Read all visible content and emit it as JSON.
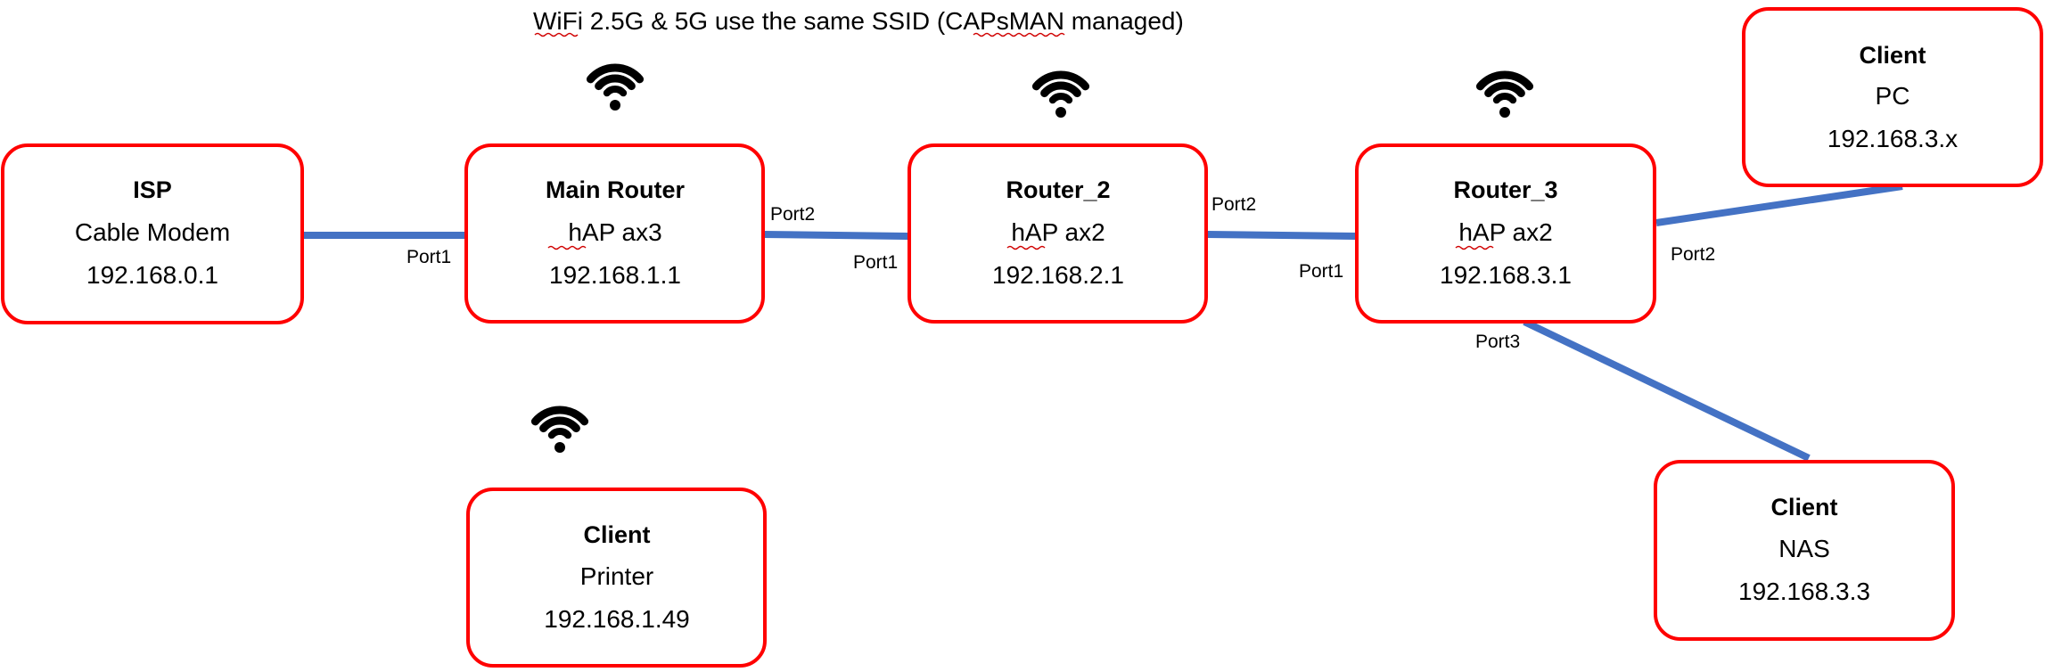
{
  "caption": "WiFi 2.5G & 5G use the same SSID (CAPsMAN managed)",
  "colors": {
    "box_border": "#ff0000",
    "link": "#4472c4",
    "text": "#000000",
    "wifi": "#000000"
  },
  "nodes": [
    {
      "id": "isp",
      "title": "ISP",
      "line1": "Cable Modem",
      "line2": "192.168.0.1",
      "wifi": false
    },
    {
      "id": "main-router",
      "title": "Main Router",
      "line1": "hAP ax3",
      "line2": "192.168.1.1",
      "wifi": true
    },
    {
      "id": "router-2",
      "title": "Router_2",
      "line1": "hAP ax2",
      "line2": "192.168.2.1",
      "wifi": true
    },
    {
      "id": "router-3",
      "title": "Router_3",
      "line1": "hAP ax2",
      "line2": "192.168.3.1",
      "wifi": true
    },
    {
      "id": "client-pc",
      "title": "Client",
      "line1": "PC",
      "line2": "192.168.3.x",
      "wifi": false
    },
    {
      "id": "client-printer",
      "title": "Client",
      "line1": "Printer",
      "line2": "192.168.1.49",
      "wifi": true
    },
    {
      "id": "client-nas",
      "title": "Client",
      "line1": "NAS",
      "line2": "192.168.3.3",
      "wifi": false
    }
  ],
  "links": [
    {
      "id": "isp-main",
      "from": "isp",
      "to": "main-router",
      "labels": [
        "Port1"
      ]
    },
    {
      "id": "main-r2",
      "from": "main-router",
      "to": "router-2",
      "labels": [
        "Port2",
        "Port1"
      ]
    },
    {
      "id": "r2-r3",
      "from": "router-2",
      "to": "router-3",
      "labels": [
        "Port2",
        "Port1"
      ]
    },
    {
      "id": "r3-pc",
      "from": "router-3",
      "to": "client-pc",
      "labels": [
        "Port2"
      ]
    },
    {
      "id": "r3-nas",
      "from": "router-3",
      "to": "client-nas",
      "labels": [
        "Port3"
      ]
    }
  ]
}
